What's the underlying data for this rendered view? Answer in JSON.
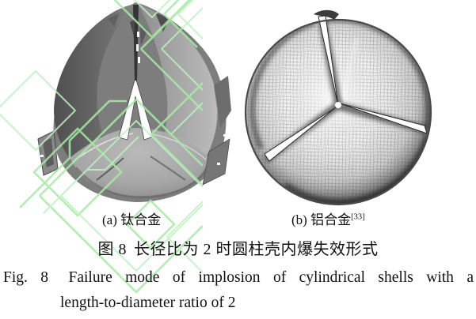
{
  "figure": {
    "panel_a_label": "(a) 钛合金",
    "panel_b_label": "(b) 铝合金",
    "panel_b_citation": "[33]",
    "caption_zh_label": "图 8",
    "caption_zh_text": "长径比为 2 时圆柱壳内爆失效形式",
    "caption_en_label": "Fig. 8",
    "caption_en_line1_rest": "Failure mode of implosion of cylindrical shells with a",
    "caption_en_line2": "length-to-diameter ratio of 2"
  },
  "panels": {
    "a_description": "solid gray render of imploded titanium-alloy cylindrical shell, three-lobe collapse",
    "b_description": "finite-element mesh render of imploded aluminium-alloy cylindrical shell, three-lobe collapse"
  },
  "colors": {
    "background": "#ffffff",
    "text": "#111111",
    "watermark_green": "#a6eba6",
    "watermark_green_light": "#bdf2bd"
  }
}
